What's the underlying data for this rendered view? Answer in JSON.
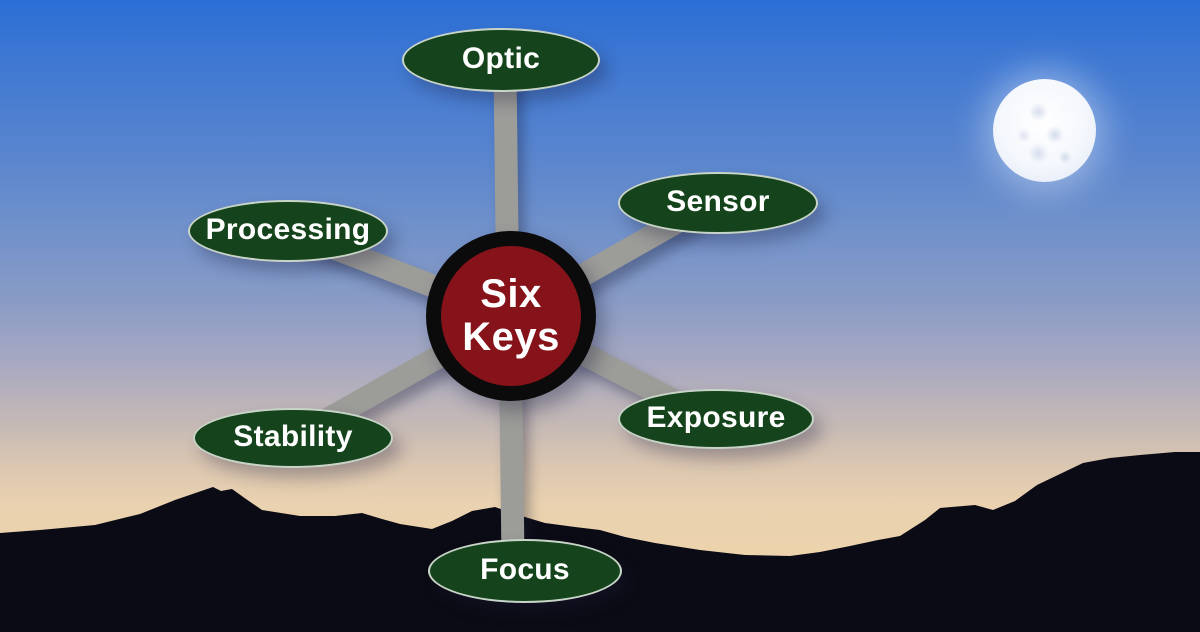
{
  "diagram": {
    "hub": {
      "line1": "Six",
      "line2": "Keys"
    },
    "nodes": [
      {
        "label": "Optic"
      },
      {
        "label": "Sensor"
      },
      {
        "label": "Processing"
      },
      {
        "label": "Exposure"
      },
      {
        "label": "Stability"
      },
      {
        "label": "Focus"
      }
    ],
    "colors": {
      "node_fill": "#15441c",
      "node_border": "#dbe4dc",
      "hub_fill": "#851319",
      "hub_ring": "#0b0b0b",
      "spoke": "#9c9c99",
      "label_text": "#ffffff"
    }
  },
  "scene": {
    "moon": "full-moon",
    "sky_top_color": "#2b6fd6",
    "sky_horizon_color": "#ecd3ac",
    "mountain_color": "#0b0b15"
  }
}
